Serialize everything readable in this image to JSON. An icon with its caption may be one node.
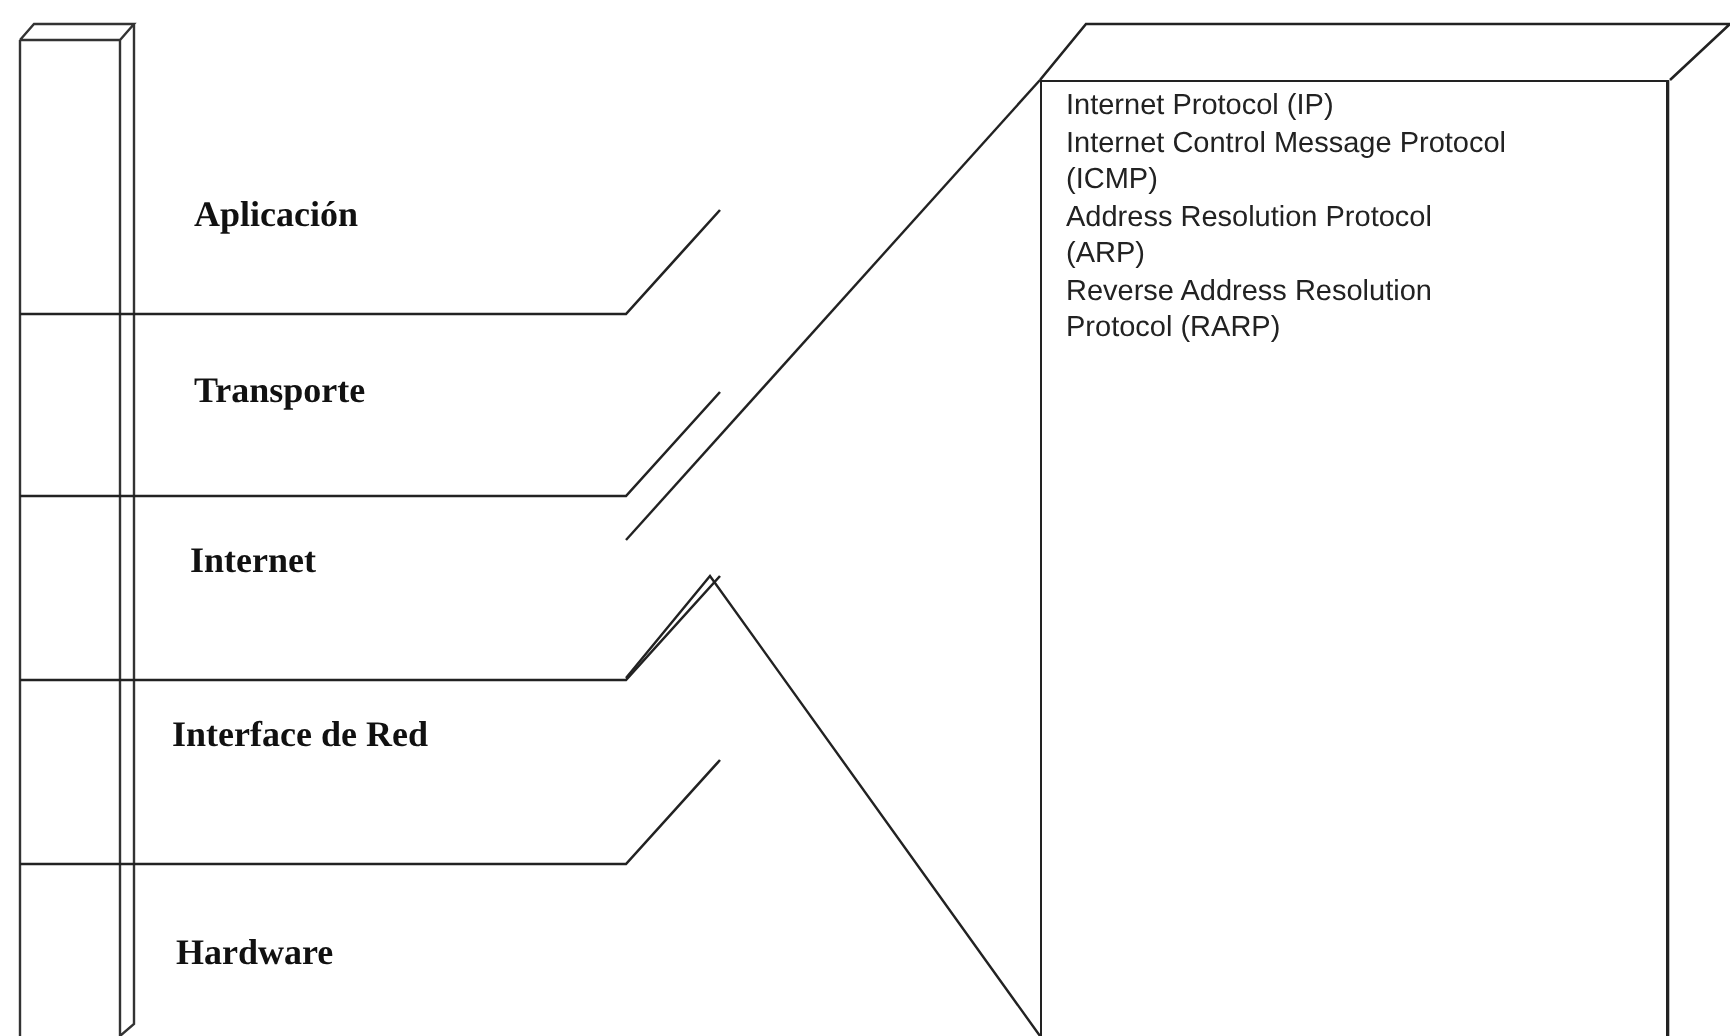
{
  "diagram": {
    "nodes": [
      {
        "text": [
          "Aplicación"
        ]
      },
      {
        "text": [
          "Transporte"
        ]
      },
      {
        "text": [
          "Internet"
        ]
      },
      {
        "text": [
          "Interface de Red"
        ]
      },
      {
        "text": [
          "Hardware"
        ]
      },
      {
        "text": [
          "Internet Protocol (IP)",
          "Internet Control Message Protocol (ICMP)",
          "Address Resolution Protocol (ARP)",
          "Reverse Address Resolution Protocol (RARP)"
        ]
      }
    ],
    "edges": [
      {
        "from": 2,
        "to": 5,
        "arrow": "none"
      },
      {
        "from": 2,
        "to": 5,
        "arrow": "none"
      }
    ]
  }
}
